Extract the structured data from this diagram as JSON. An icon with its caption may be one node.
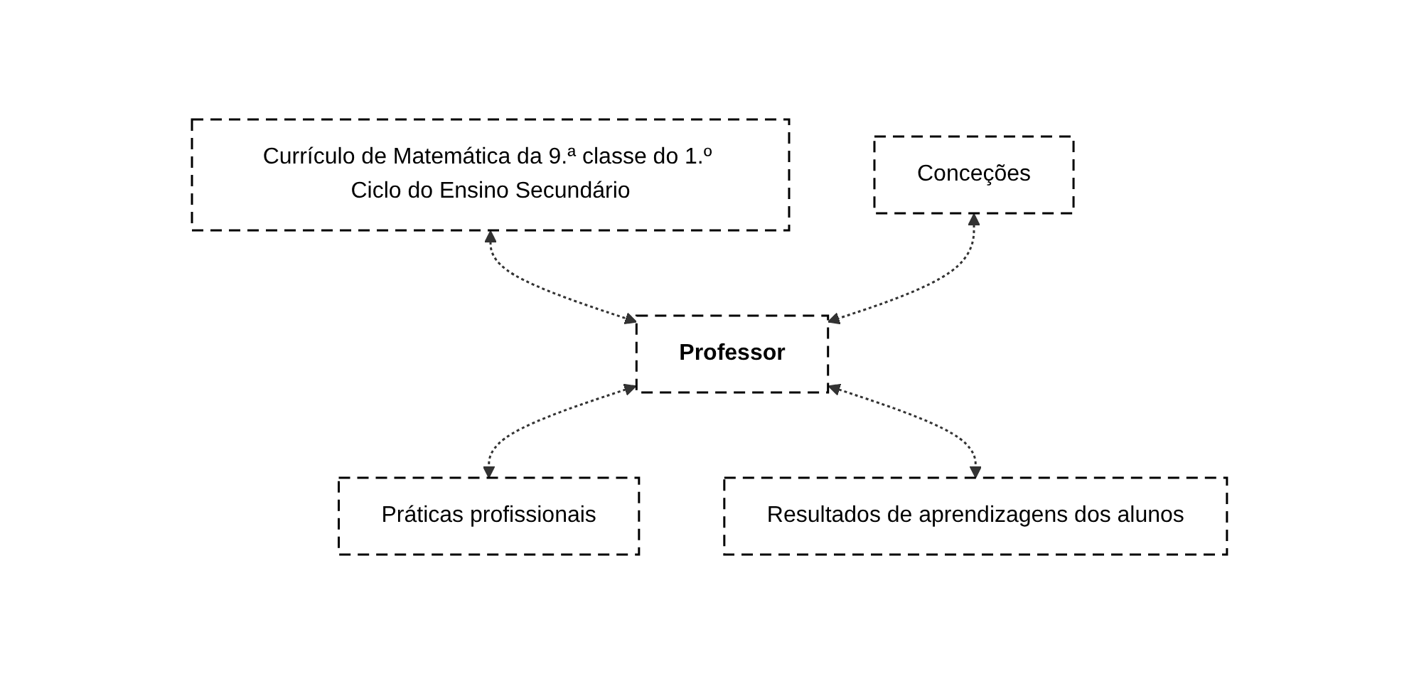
{
  "diagram": {
    "nodes": [
      {
        "text": [
          "Currículo de Matemática da 9.ª classe do 1.º Ciclo do Ensino Secundário"
        ]
      },
      {
        "text": [
          "Conceções"
        ]
      },
      {
        "text": [
          "Professor"
        ]
      },
      {
        "text": [
          "Práticas profissionais"
        ]
      },
      {
        "text": [
          "Resultados de aprendizagens dos alunos"
        ]
      }
    ],
    "edges": [
      {
        "from": 0,
        "to": 2,
        "arrow": "both",
        "style": "dashed"
      },
      {
        "from": 1,
        "to": 2,
        "arrow": "both",
        "style": "dashed"
      },
      {
        "from": 2,
        "to": 3,
        "arrow": "both",
        "style": "dashed"
      },
      {
        "from": 2,
        "to": 4,
        "arrow": "both",
        "style": "dashed"
      }
    ]
  }
}
